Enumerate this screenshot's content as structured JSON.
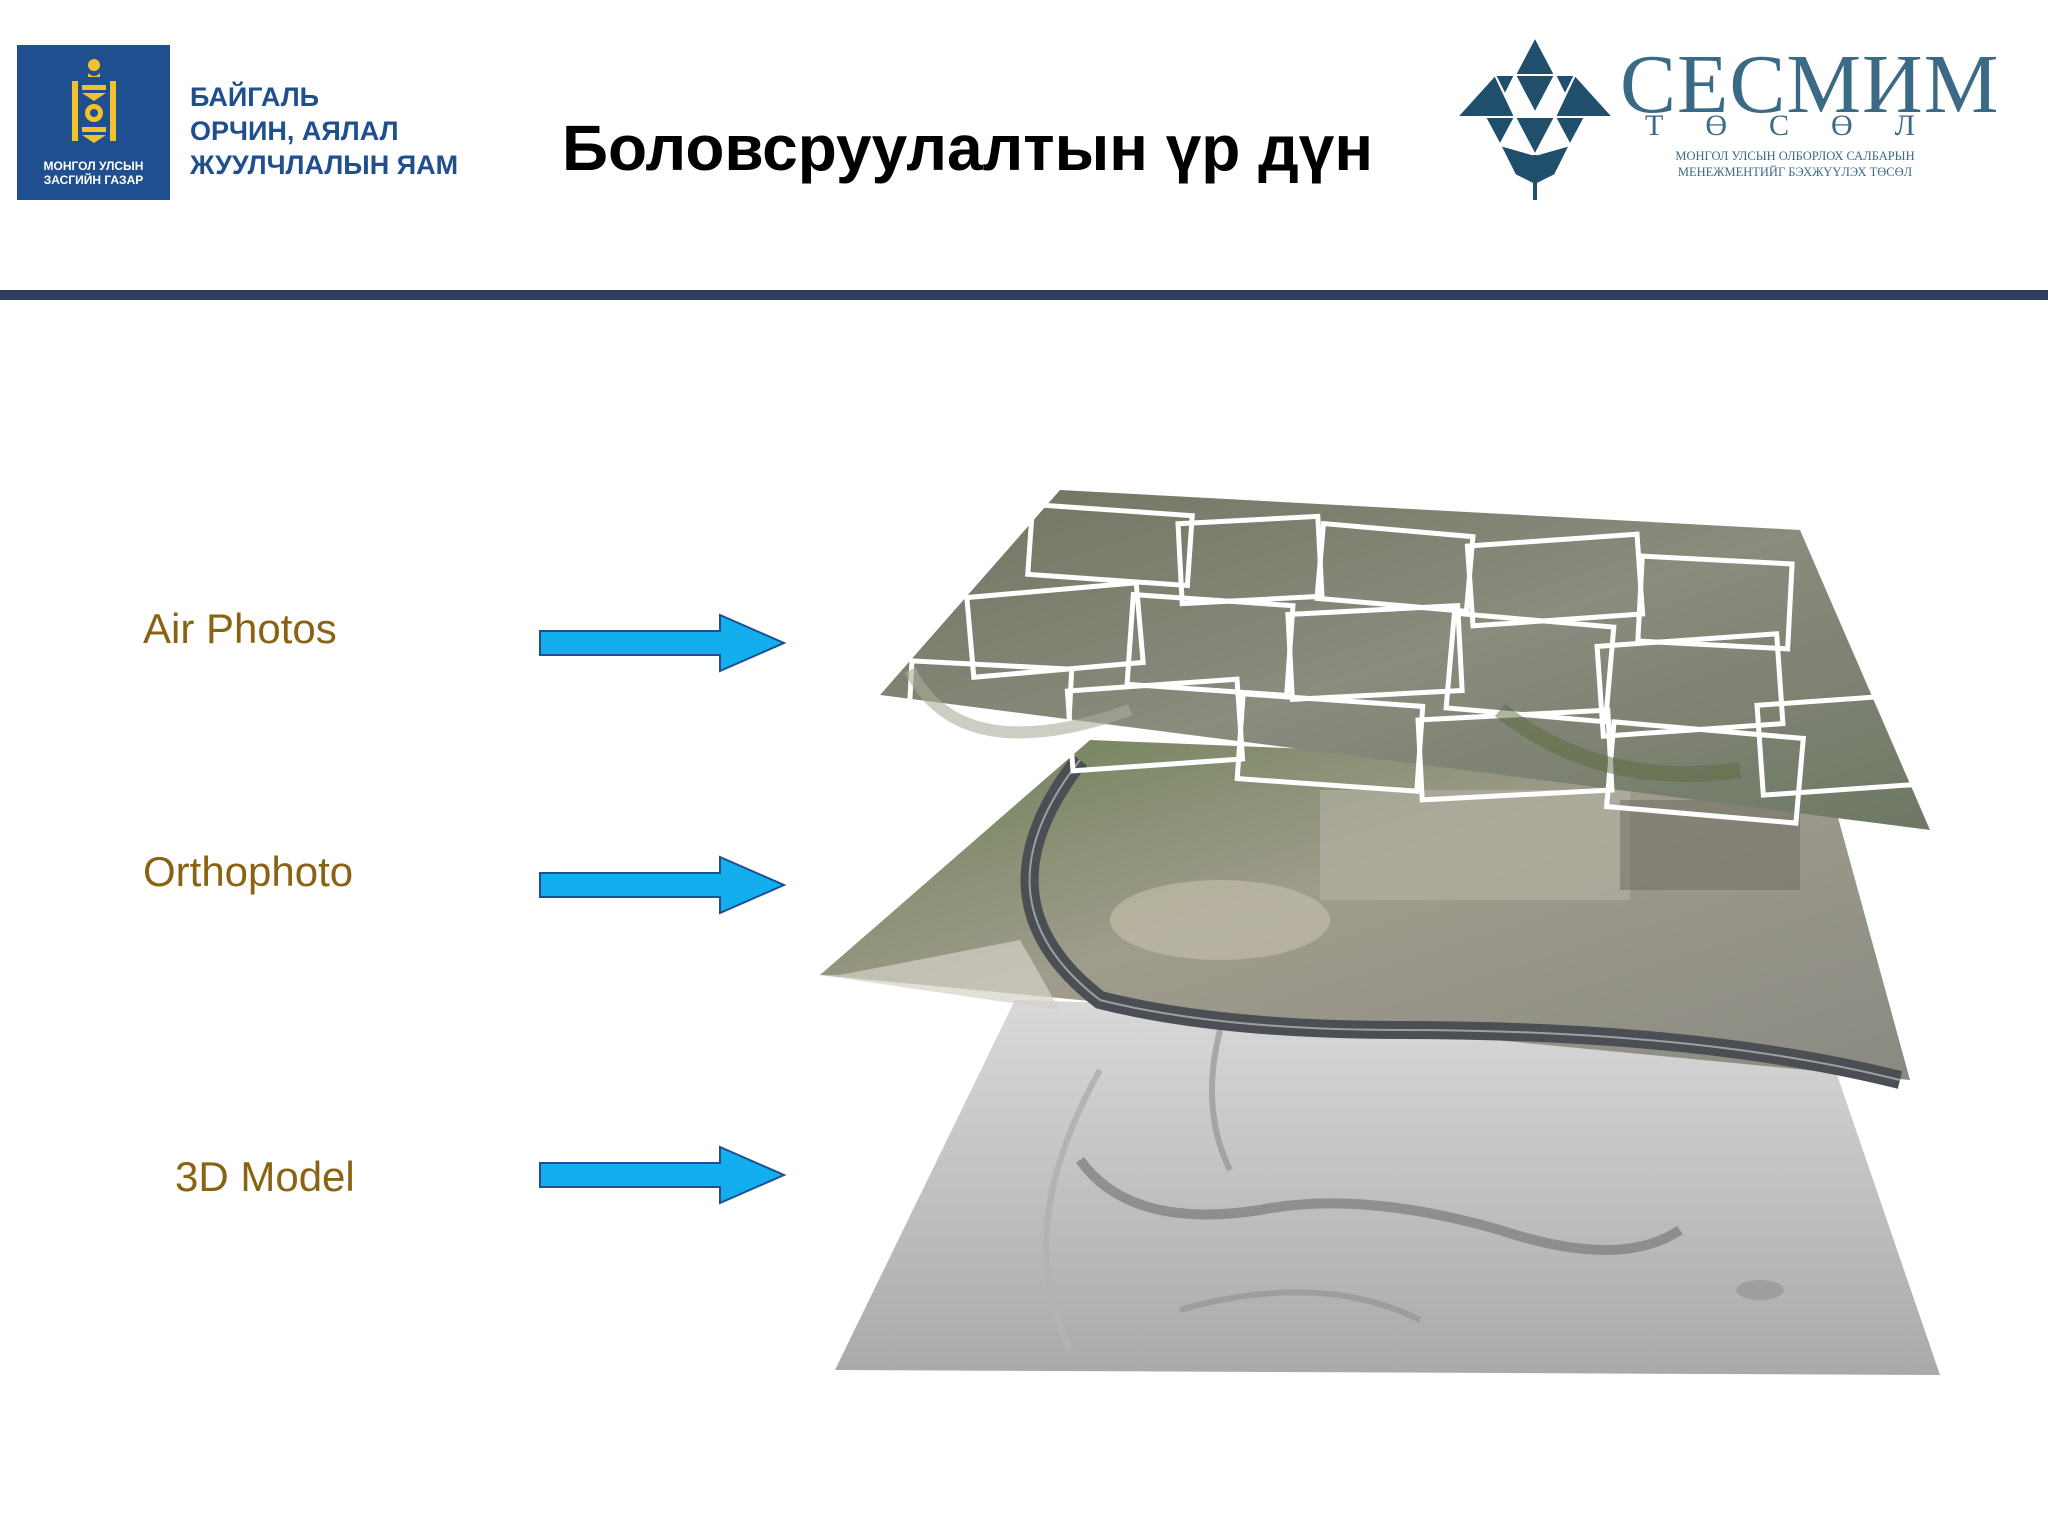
{
  "header": {
    "ministry_name": "БАЙГАЛЬ\nОРЧИН, АЯЛАЛ\nЖУУЛЧЛАЛЫН ЯАМ",
    "ministry_logo_text": "МОНГОЛ УЛСЫН\nЗАСГИЙН ГАЗАР",
    "title": "Боловсруулалтын үр дүн",
    "project_logo": {
      "name": "СЕСМИМ",
      "sub": "ТӨСӨЛ",
      "description": "МОНГОЛ УЛСЫН ОЛБОРЛОХ САЛБАРЫН\nМЕНЕЖМЕНТИЙГ БЭХЖҮҮЛЭХ ТӨСӨЛ"
    }
  },
  "layers": [
    {
      "label": "Air Photos"
    },
    {
      "label": "Orthophoto"
    },
    {
      "label": "3D Model"
    }
  ],
  "colors": {
    "label_text": "#8a6312",
    "arrow_fill": "#12aeee",
    "arrow_stroke": "#1f4f8f",
    "divider": "#2c3e5e",
    "ministry_blue": "#1f4f8f",
    "project_blue": "#3a6a86"
  }
}
